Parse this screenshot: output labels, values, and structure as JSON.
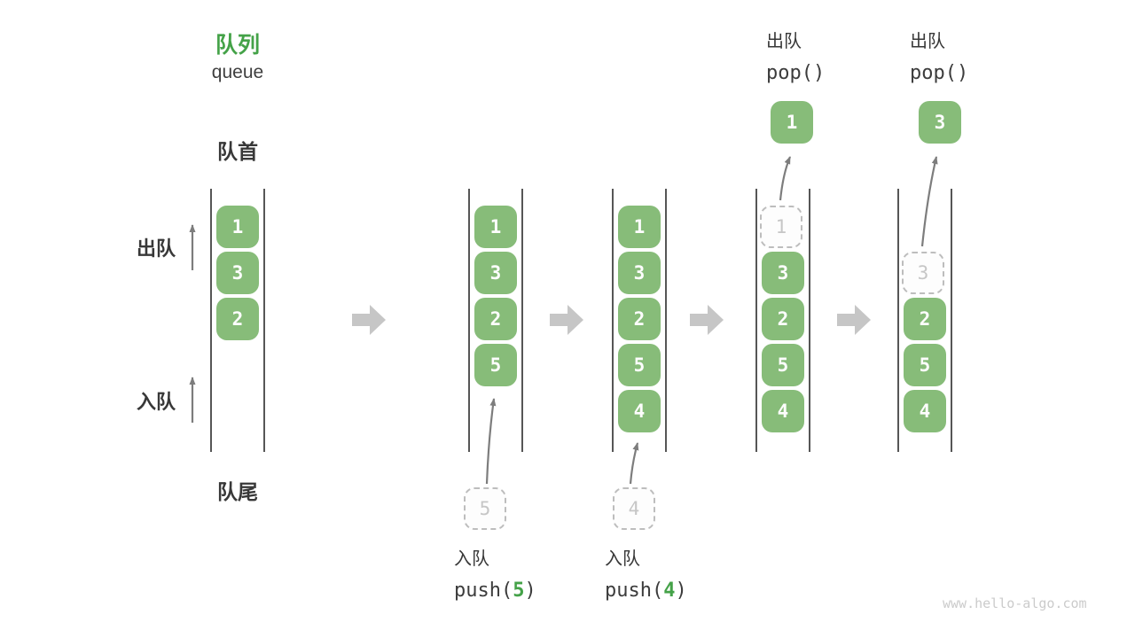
{
  "title": {
    "zh": "队列",
    "en": "queue"
  },
  "labels": {
    "front": "队首",
    "rear": "队尾",
    "dequeue_side": "出队",
    "enqueue_side": "入队"
  },
  "queues": {
    "q1": {
      "slots": [
        "1",
        "3",
        "2"
      ]
    },
    "q2": {
      "slots": [
        "1",
        "3",
        "2",
        "5"
      ],
      "incoming": "5"
    },
    "q3": {
      "slots": [
        "1",
        "3",
        "2",
        "5",
        "4"
      ],
      "incoming": "4"
    },
    "q4": {
      "ghost": "1",
      "slots": [
        "3",
        "2",
        "5",
        "4"
      ],
      "popped": "1"
    },
    "q5": {
      "ghost": "3",
      "slots": [
        "2",
        "5",
        "4"
      ],
      "popped": "3"
    }
  },
  "operations": {
    "push5": {
      "label": "入队",
      "code_pre": "push(",
      "arg": "5",
      "code_post": ")"
    },
    "push4": {
      "label": "入队",
      "code_pre": "push(",
      "arg": "4",
      "code_post": ")"
    },
    "pop1": {
      "label": "出队",
      "code": "pop()"
    },
    "pop2": {
      "label": "出队",
      "code": "pop()"
    }
  },
  "watermark": "www.hello-algo.com",
  "colors": {
    "box_green": "#87BC79",
    "title_green": "#44A248",
    "text_dark": "#383838",
    "thin_arrow_gray": "#7d7d7d",
    "block_arrow_gray": "#C6C6C6",
    "dashed_border_gray": "#bdbdbd",
    "ghost_text_gray": "#c6c6c6",
    "channel_line_gray": "#565656",
    "watermark_gray": "#cbcbcb"
  }
}
